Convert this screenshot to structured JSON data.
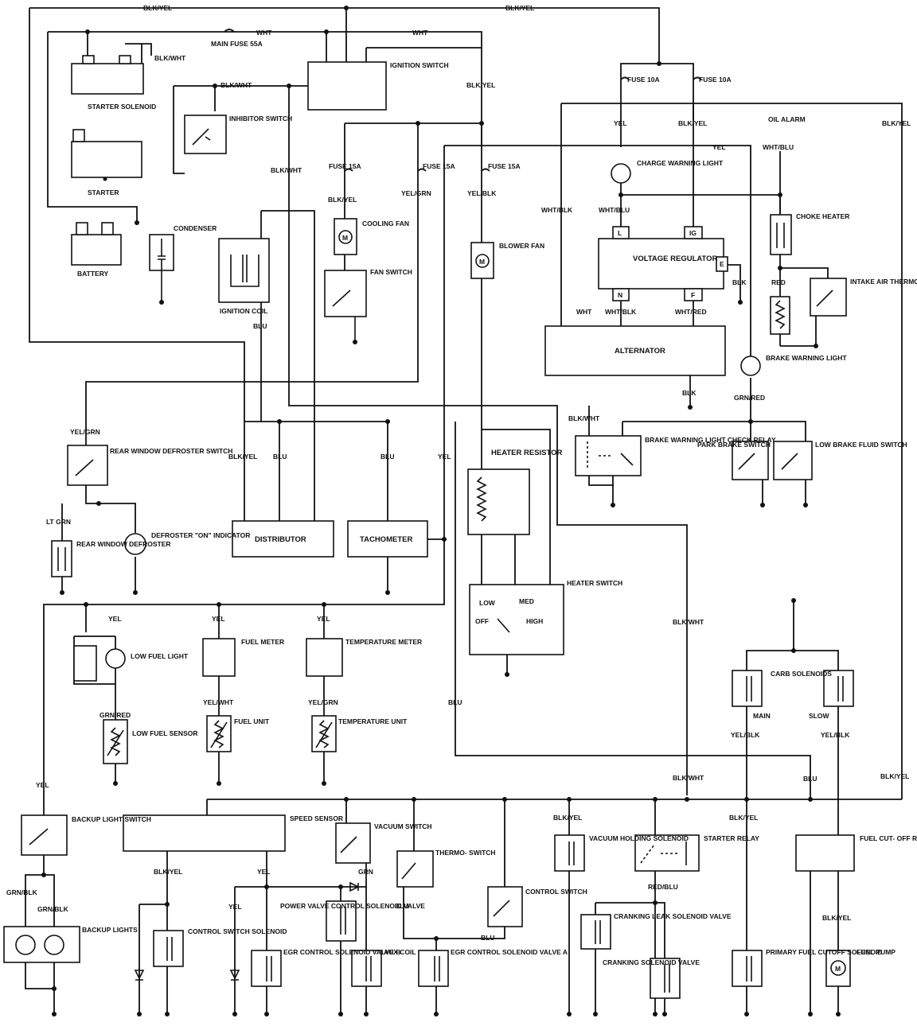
{
  "components": {
    "starter_solenoid": "STARTER SOLENOID",
    "starter": "STARTER",
    "battery": "BATTERY",
    "main_fuse": "MAIN FUSE 55A",
    "ignition_switch": "IGNITION SWITCH",
    "inhibitor_switch": "INHIBITOR SWITCH",
    "condenser": "CONDENSER",
    "ignition_coil": "IGNITION COIL",
    "fuse_cooling": "FUSE 15A",
    "fuse_mid": "FUSE 15A",
    "fuse_blower": "FUSE 15A",
    "cooling_fan": "COOLING FAN",
    "fan_switch": "FAN SWITCH",
    "blower_fan": "BLOWER FAN",
    "fuse_10a_left": "FUSE 10A",
    "fuse_10a_right": "FUSE 10A",
    "charge_warning_light": "CHARGE WARNING LIGHT",
    "oil_alarm": "OIL ALARM",
    "choke_heater": "CHOKE HEATER",
    "voltage_regulator": "VOLTAGE REGULATOR",
    "intake_air_thermo_switch": "INTAKE AIR THERMO- SWITCH",
    "alternator": "ALTERNATOR",
    "brake_warning_light": "BRAKE WARNING LIGHT",
    "brake_warning_relay": "BRAKE WARNING LIGHT CHECK RELAY",
    "park_brake_switch": "PARK BRAKE SWITCH",
    "low_brake_fluid_switch": "LOW BRAKE FLUID SWITCH",
    "rear_window_defroster_switch": "REAR WINDOW DEFROSTER SWITCH",
    "rear_window_defroster": "REAR WINDOW DEFROSTER",
    "defroster_indicator": "DEFROSTER \"ON\" INDICATOR",
    "distributor": "DISTRIBUTOR",
    "tachometer": "TACHOMETER",
    "heater_resistor": "HEATER RESISTOR",
    "heater_switch": "HEATER SWITCH",
    "hs_low": "LOW",
    "hs_med": "MED",
    "hs_off": "OFF",
    "hs_high": "HIGH",
    "low_fuel_light": "LOW FUEL LIGHT",
    "low_fuel_sensor": "LOW FUEL SENSOR",
    "fuel_meter": "FUEL METER",
    "fuel_unit": "FUEL UNIT",
    "temperature_meter": "TEMPERATURE METER",
    "temperature_unit": "TEMPERATURE UNIT",
    "carb_solenoids": "CARB SOLENOIDS",
    "main": "MAIN",
    "slow": "SLOW",
    "backup_light_switch": "BACKUP LIGHT SWITCH",
    "backup_lights": "BACKUP LIGHTS",
    "speed_sensor": "SPEED SENSOR",
    "vacuum_switch": "VACUUM SWITCH",
    "thermo_switch": "THERMO- SWITCH",
    "control_switch": "CONTROL SWITCH",
    "control_switch_solenoid": "CONTROL SWITCH SOLENOID",
    "power_valve_solenoid": "POWER VALVE CONTROL SOLENOID VALVE",
    "egr_valve_b": "EGR CONTROL SOLENOID VALVE B",
    "aux_coil": "AUX COIL",
    "egr_valve_a": "EGR CONTROL SOLENOID VALVE A",
    "vacuum_holding_solenoid": "VACUUM HOLDING SOLENOID",
    "starter_relay": "STARTER RELAY",
    "cranking_leak_solenoid": "CRANKING LEAK SOLENOID VALVE",
    "cranking_solenoid": "CRANKING SOLENOID VALVE",
    "fuel_cutoff_relay": "FUEL CUT- OFF RELAY",
    "primary_fuel_cutoff": "PRIMARY FUEL CUTOFF SOLENOID",
    "fuel_pump": "FUEL PUMP",
    "reg_l": "L",
    "reg_ig": "IG",
    "reg_e": "E",
    "reg_n": "N",
    "reg_f": "F"
  },
  "wire_labels": {
    "top_blk_yel_left": "BLK/YEL",
    "top_blk_yel_right": "BLK/YEL",
    "wht_a": "WHT",
    "wht_b": "WHT",
    "blk_wht_a": "BLK/WHT",
    "blk_wht_b": "BLK/WHT",
    "blk_yel_sw": "BLK/YEL",
    "blk_wht_c": "BLK/WHT",
    "blk_yel_fan": "BLK/YEL",
    "yel_grn_fuse": "YEL/GRN",
    "yel_blk_fuse": "YEL/BLK",
    "yel_fuse10": "YEL",
    "blk_yel_fuse10": "BLK/YEL",
    "blk_yel_far": "BLK/YEL",
    "yel_top": "YEL",
    "wht_blu_oil": "WHT/BLU",
    "wht_blk_alt": "WHT/BLK",
    "wht_blu_reg": "WHT/BLU",
    "red_choke": "RED",
    "blk_reg": "BLK",
    "wht_alt": "WHT",
    "wht_blk_n": "WHT/BLK",
    "wht_red_f": "WHT/RED",
    "blu_coil": "BLU",
    "blk_alt": "BLK",
    "grn_red_brake": "GRN/RED",
    "blk_wht_relay": "BLK/WHT",
    "yel_grn_defr": "YEL/GRN",
    "blk_yel_dist": "BLK/YEL",
    "blu_dist": "BLU",
    "blu_tach": "BLU",
    "yel_tach": "YEL",
    "lt_grn": "LT GRN",
    "yel_g1": "YEL",
    "yel_g2": "YEL",
    "yel_g3": "YEL",
    "grn_red_fuel": "GRN/RED",
    "yel_wht_fuel": "YEL/WHT",
    "yel_grn_temp": "YEL/GRN",
    "blk_wht_mid": "BLK/WHT",
    "blu_mid": "BLU",
    "yel_blk_main": "YEL/BLK",
    "yel_blk_slow": "YEL/BLK",
    "blk_wht_low": "BLK/WHT",
    "blu_low": "BLU",
    "blk_yel_low": "BLK/YEL",
    "yel_backup": "YEL",
    "grn_blk_1": "GRN/BLK",
    "grn_blk_2": "GRN/BLK",
    "blk_yel_speed": "BLK/YEL",
    "yel_speed": "YEL",
    "grn_vac": "GRN",
    "yel_pv": "YEL",
    "blu_thermo": "BLU",
    "blu_ctrl": "BLU",
    "blk_yel_vac": "BLK/YEL",
    "blk_yel_relay": "BLK/YEL",
    "red_blu": "RED/BLU",
    "blk_yel_pump": "BLK/YEL"
  }
}
